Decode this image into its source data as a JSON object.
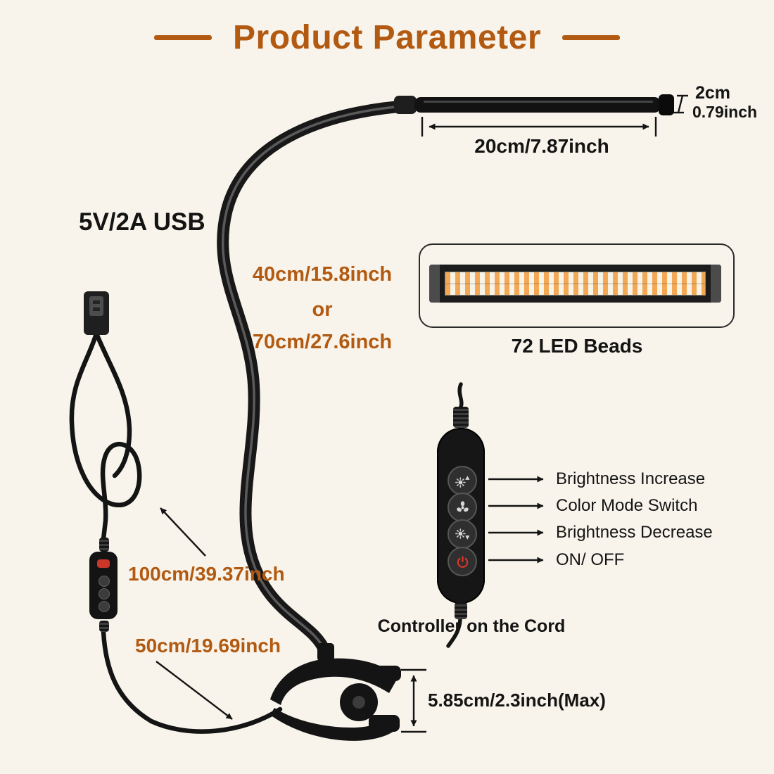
{
  "title": {
    "text": "Product Parameter"
  },
  "specs": {
    "power": "5V/2A USB",
    "head_thickness_cm": "2cm",
    "head_thickness_inch": "0.79inch",
    "head_length": "20cm/7.87inch",
    "gooseneck_length_option1": "40cm/15.8inch",
    "gooseneck_length_conjunction": "or",
    "gooseneck_length_option2": "70cm/27.6inch",
    "led_caption": "72 LED Beads",
    "usb_cable_length": "100cm/39.37inch",
    "clip_cable_length": "50cm/19.69inch",
    "clip_opening": "5.85cm/2.3inch(Max)"
  },
  "controller": {
    "caption": "Controller on the Cord",
    "buttons": [
      {
        "icon": "brightness-increase-icon",
        "label": "Brightness Increase"
      },
      {
        "icon": "color-mode-icon",
        "label": "Color Mode Switch"
      },
      {
        "icon": "brightness-decrease-icon",
        "label": "Brightness Decrease"
      },
      {
        "icon": "power-icon",
        "label": "ON/ OFF"
      }
    ]
  },
  "colors": {
    "background": "#f8f4eb",
    "accent_orange": "#b25a11",
    "ink_black": "#141414",
    "power_button_red": "#c8372a",
    "led_warm": "#f2a855",
    "led_white": "#f7f3e6"
  }
}
